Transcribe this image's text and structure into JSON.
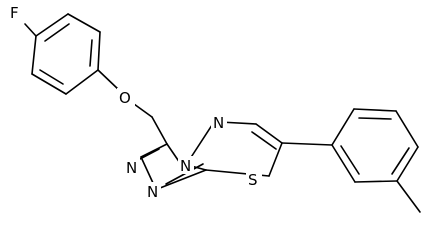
{
  "molecule": {
    "atoms": [
      {
        "id": "f",
        "symbol": "F"
      },
      {
        "id": "o",
        "symbol": "O"
      },
      {
        "id": "n1",
        "symbol": "N"
      },
      {
        "id": "n2",
        "symbol": "N"
      },
      {
        "id": "n3",
        "symbol": "N"
      },
      {
        "id": "n4",
        "symbol": "N"
      },
      {
        "id": "s",
        "symbol": "S"
      }
    ]
  },
  "colors": {
    "bond": "#000000",
    "label": "#000000",
    "background": "#ffffff"
  }
}
